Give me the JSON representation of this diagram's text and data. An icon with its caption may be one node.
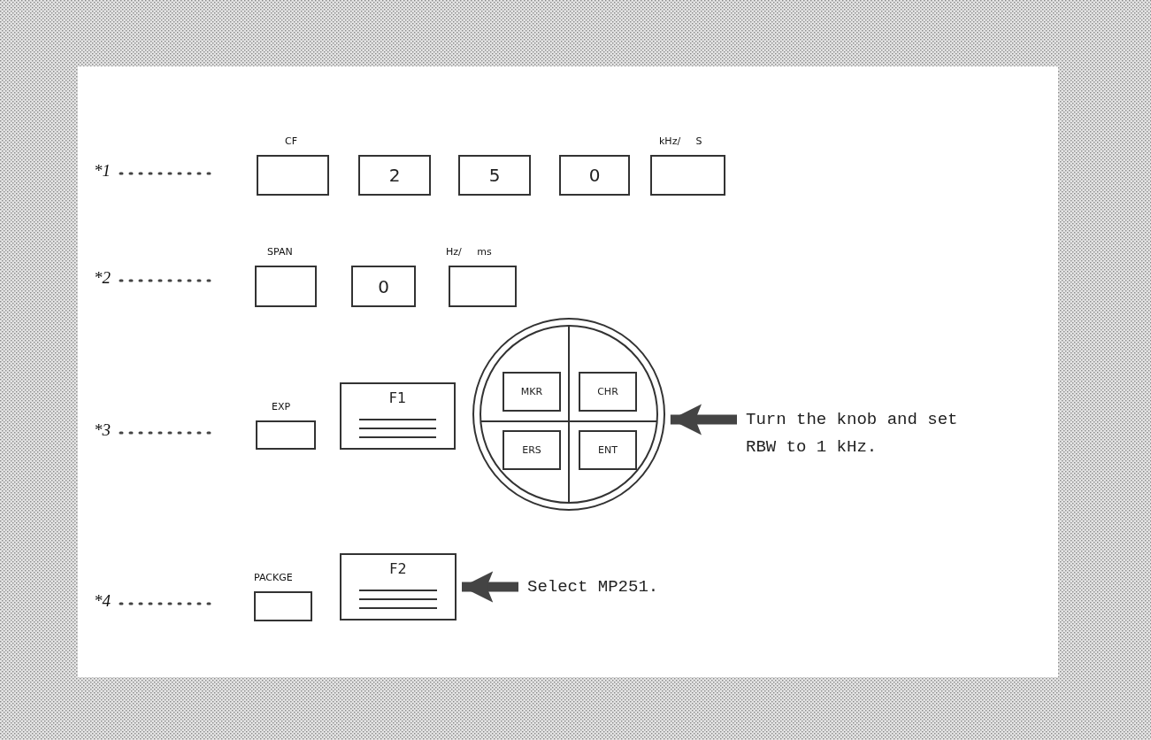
{
  "diagram": {
    "nodes": [
      {
        "text": [
          "CF"
        ]
      },
      {
        "text": [
          "2"
        ]
      },
      {
        "text": [
          "5"
        ]
      },
      {
        "text": [
          "0"
        ]
      },
      {
        "text": [
          "kHz/ S"
        ]
      },
      {
        "text": [
          "SPAN"
        ]
      },
      {
        "text": [
          "0"
        ]
      },
      {
        "text": [
          "Hz/ ms"
        ]
      },
      {
        "text": [
          "EXP"
        ]
      },
      {
        "text": [
          "F1"
        ]
      },
      {
        "text": [],
        "shape": "circle"
      },
      {
        "text": [
          "MKR"
        ],
        "in": 10
      },
      {
        "text": [
          "CHR"
        ],
        "in": 10
      },
      {
        "text": [
          "ERS"
        ],
        "in": 10
      },
      {
        "text": [
          "ENT"
        ],
        "in": 10
      },
      {
        "text": [
          "Turn the knob and set RBW to 1 kHz."
        ]
      },
      {
        "text": [
          "PACKGE"
        ]
      },
      {
        "text": [
          "F2"
        ]
      },
      {
        "text": [
          "Select MP251."
        ]
      },
      {
        "text": [
          "*1"
        ]
      },
      {
        "text": [
          "*2"
        ]
      },
      {
        "text": [
          "*3"
        ]
      },
      {
        "text": [
          "*4"
        ]
      }
    ],
    "edges": [
      {
        "from": 15,
        "to": 10,
        "arrow": "to",
        "style": "thick"
      },
      {
        "from": 18,
        "to": 17,
        "arrow": "to",
        "style": "thick"
      },
      {
        "from": 19,
        "to": null,
        "arrow": "none",
        "style": "dashed"
      },
      {
        "from": 20,
        "to": null,
        "arrow": "none",
        "style": "dashed"
      },
      {
        "from": 21,
        "to": null,
        "arrow": "none",
        "style": "dashed"
      },
      {
        "from": 22,
        "to": null,
        "arrow": "none",
        "style": "dashed"
      }
    ]
  }
}
